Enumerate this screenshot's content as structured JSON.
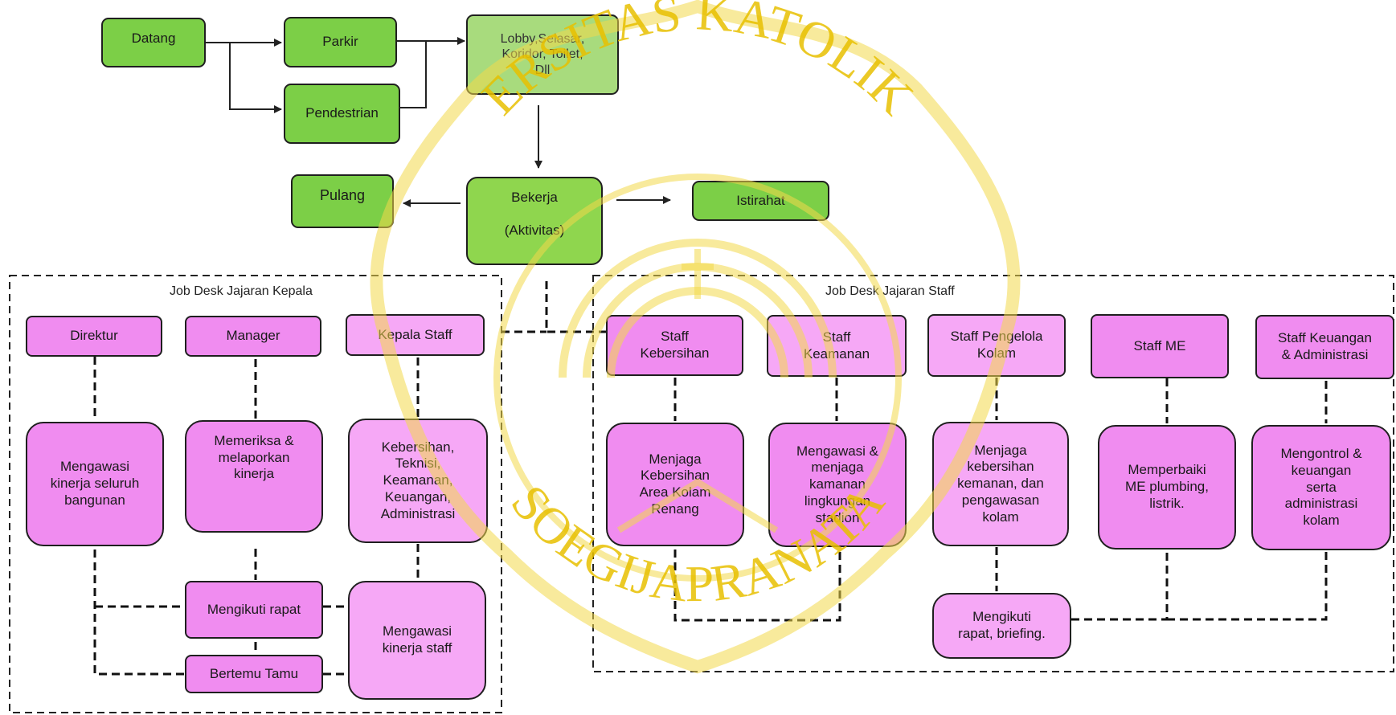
{
  "watermark": {
    "top_letters": "ERSITAS KATOLIK",
    "bottom_letters": "SOEGIJAPRANATA"
  },
  "flow": {
    "datang": "Datang",
    "parkir": "Parkir",
    "pendestrian": "Pendestrian",
    "lobby": "Lobby,Selasar,\nKoridor, Toilet,\nDll",
    "pulang": "Pulang",
    "bekerja": "Bekerja\n\n(Aktivitas)",
    "istirahat": "Istirahat"
  },
  "kepala": {
    "section_label": "Job Desk Jajaran Kepala",
    "direktur": "Direktur",
    "manager": "Manager",
    "kepala_staff": "Kepala Staff",
    "direktur_task": "Mengawasi\nkinerja seluruh\nbangunan",
    "manager_task": "Memeriksa &\nmelaporkan\nkinerja",
    "kepala_task": "Kebersihan,\nTeknisi,\nKeamanan,\nKeuangan,\nAdministrasi",
    "rapat": "Mengikuti rapat",
    "tamu": "Bertemu Tamu",
    "awasi_staff": "Mengawasi\nkinerja staff"
  },
  "staff": {
    "section_label": "Job Desk Jajaran Staff",
    "kebersihan": "Staff\nKebersihan",
    "keamanan": "Staff\nKeamanan",
    "pengelola": "Staff Pengelola\nKolam",
    "me": "Staff ME",
    "keuangan": "Staff Keuangan\n& Administrasi",
    "kebersihan_task": "Menjaga\nKebersihan\nArea Kolam\nRenang",
    "keamanan_task": "Mengawasi &\nmenjaga\nkamanan\nlingkungan\nstadion",
    "pengelola_task": "Menjaga\nkebersihan\nkemanan, dan\npengawasan\nkolam",
    "me_task": "Memperbaiki\nME plumbing,\nlistrik.",
    "keuangan_task": "Mengontrol &\nkeuangan\nserta\nadministrasi\nkolam",
    "rapat": "Mengikuti\nrapat, briefing."
  }
}
